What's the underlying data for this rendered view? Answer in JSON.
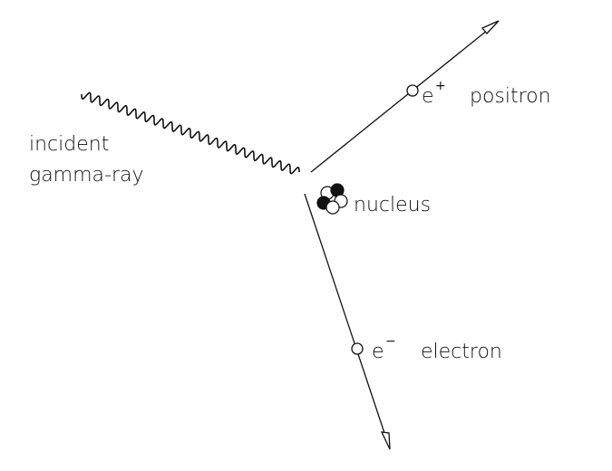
{
  "labels": {
    "gamma_line1": "incident",
    "gamma_line2": "gamma-ray",
    "nucleus": "nucleus",
    "positron_symbol": "e",
    "positron_charge": "+",
    "positron": "positron",
    "electron_symbol": "e",
    "electron_charge": "−",
    "electron": "electron"
  },
  "colors": {
    "ink": "#111111",
    "background": "#ffffff"
  }
}
